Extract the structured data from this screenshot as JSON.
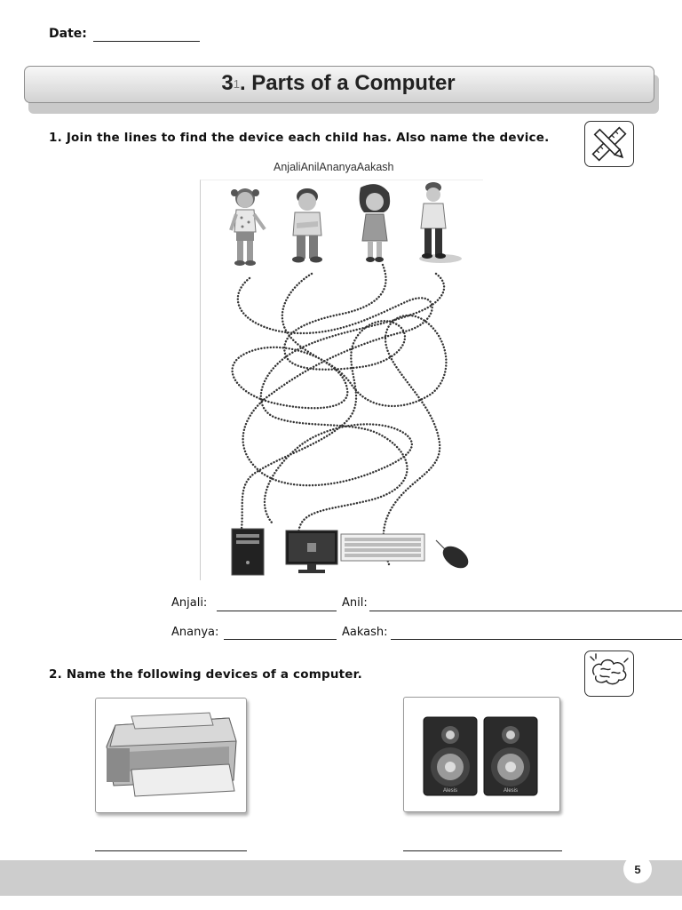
{
  "header": {
    "date_label": "Date:"
  },
  "banner": {
    "number": "3",
    "sub": "1",
    "title": ". Parts of a Computer"
  },
  "question1": {
    "number": "1.",
    "text": "Join the lines to find the device each child has. Also name the device.",
    "names_line": "AnjaliAnilAnanyaAakash",
    "children": [
      "Anjali",
      "Anil",
      "Ananya",
      "Aakash"
    ],
    "devices": [
      "cpu-tower",
      "monitor",
      "keyboard",
      "mouse"
    ]
  },
  "answers": {
    "anjali": "Anjali:",
    "anil": "Anil:",
    "ananya": "Ananya:",
    "aakash": "Aakash:"
  },
  "question2": {
    "number": "2.",
    "text": "Name the following devices of a computer.",
    "images": [
      "printer",
      "speakers"
    ]
  },
  "speaker_brand": "Alesis",
  "footer": {
    "page_number": "5"
  },
  "icons": {
    "activity_q1": "pencil-ruler-icon",
    "activity_q2": "brain-icon"
  }
}
